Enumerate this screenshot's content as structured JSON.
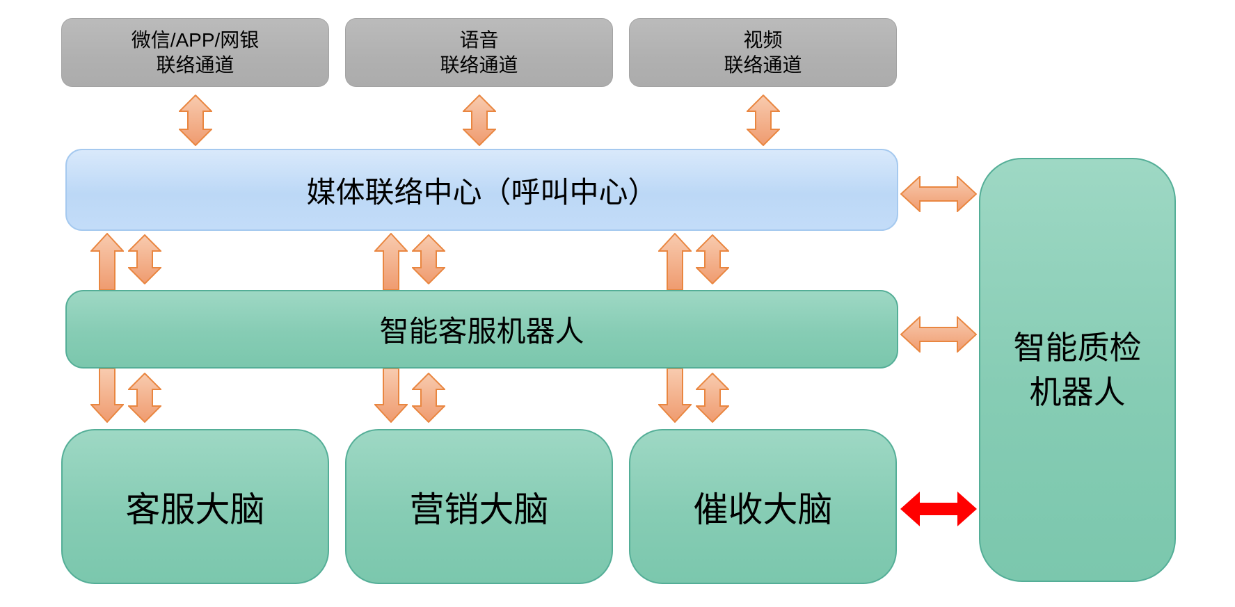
{
  "diagram": {
    "channels": [
      {
        "line1": "微信/APP/网银",
        "line2": "联络通道"
      },
      {
        "line1": "语音",
        "line2": "联络通道"
      },
      {
        "line1": "视频",
        "line2": "联络通道"
      }
    ],
    "media_center": {
      "label": "媒体联络中心（呼叫中心）"
    },
    "service_bot": {
      "label": "智能客服机器人"
    },
    "brains": [
      {
        "label": "客服大脑"
      },
      {
        "label": "营销大脑"
      },
      {
        "label": "催收大脑"
      }
    ],
    "qc_bot": {
      "line1": "智能质检",
      "line2": "机器人"
    }
  },
  "colors": {
    "channel_box_gray": "#B1B1B1",
    "media_center_blue_top": "#D9E9FB",
    "media_center_blue_bottom": "#BCD8F6",
    "green_box_top": "#9ED8C4",
    "green_box_bottom": "#7BC7AD",
    "green_border": "#54AE97",
    "arrow_orange_light": "#F8CBAF",
    "arrow_orange_dark": "#EF9B6F",
    "arrow_orange_stroke": "#E98640",
    "arrow_red": "#FF0000",
    "text": "#000000"
  }
}
